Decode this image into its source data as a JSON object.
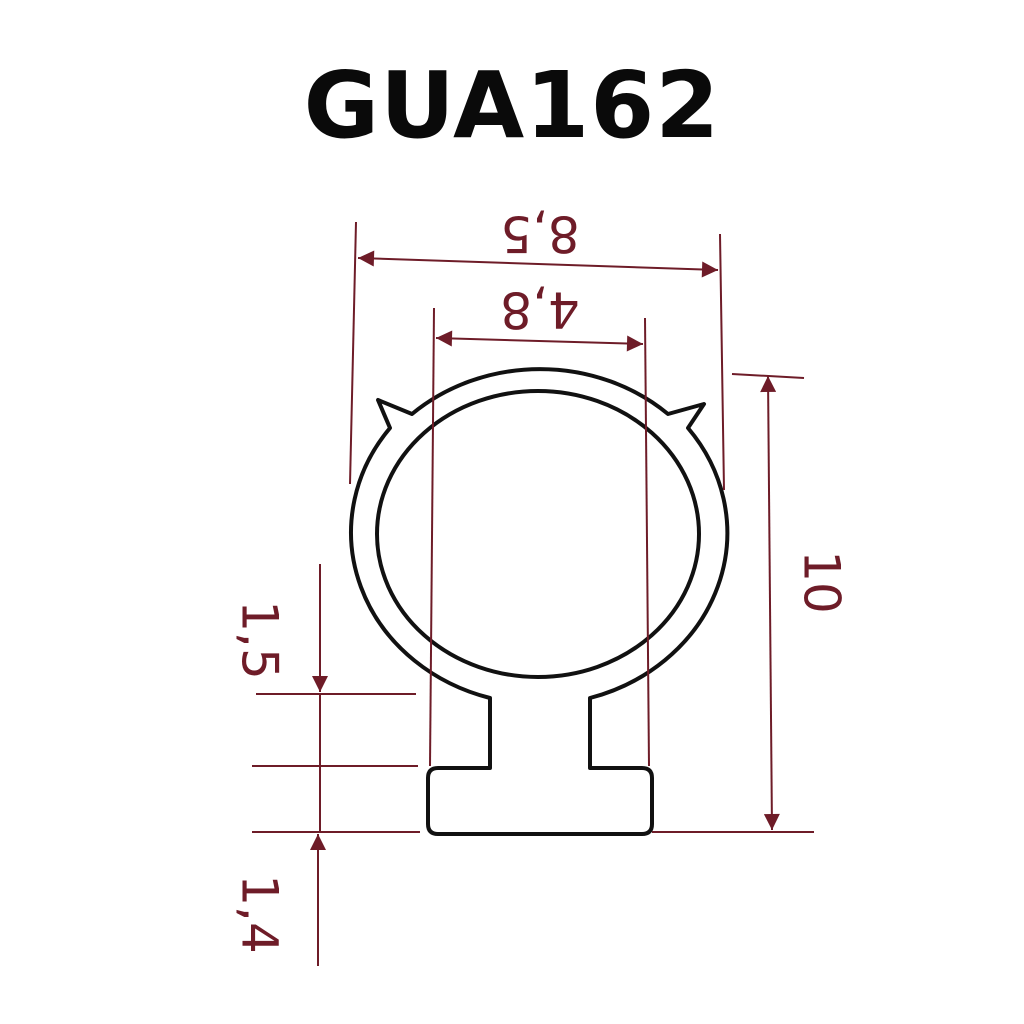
{
  "title": "GUA162",
  "dimensions": {
    "overall_width": "8,5",
    "inner_width": "4,8",
    "overall_height": "10",
    "neck_height": "1,5",
    "base_height": "1,4"
  },
  "colors": {
    "outline": "#111111",
    "dimension": "#6e1c28",
    "background": "#ffffff"
  }
}
